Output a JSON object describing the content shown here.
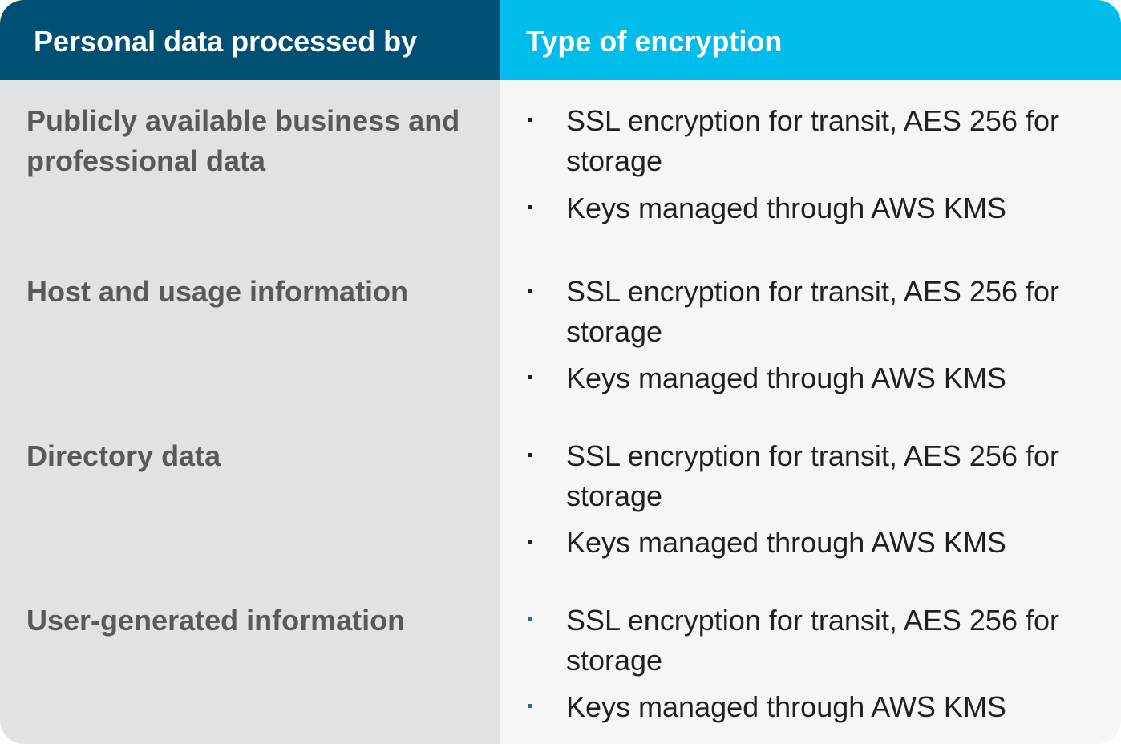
{
  "header": {
    "col1": "Personal data processed by",
    "col2": "Type of encryption"
  },
  "rows": [
    {
      "label": "Publicly available business and professional data",
      "bullets": [
        "SSL encryption for transit, AES 256 for storage",
        "Keys managed through AWS KMS"
      ]
    },
    {
      "label": "Host and usage information",
      "bullets": [
        "SSL encryption for transit, AES 256 for storage",
        "Keys managed through AWS KMS"
      ]
    },
    {
      "label": "Directory data",
      "bullets": [
        "SSL encryption for transit, AES 256 for storage",
        "Keys managed through AWS KMS"
      ]
    },
    {
      "label": "User-generated information",
      "bullets": [
        "SSL encryption for transit, AES 256 for storage",
        "Keys managed through AWS KMS"
      ]
    }
  ],
  "colors": {
    "header_left": "#005073",
    "header_right": "#00bceb",
    "left_column_bg": "#e1e2e4",
    "right_column_bg": "#f5f6f6",
    "label_text": "#58595b",
    "body_text": "#231f20"
  }
}
